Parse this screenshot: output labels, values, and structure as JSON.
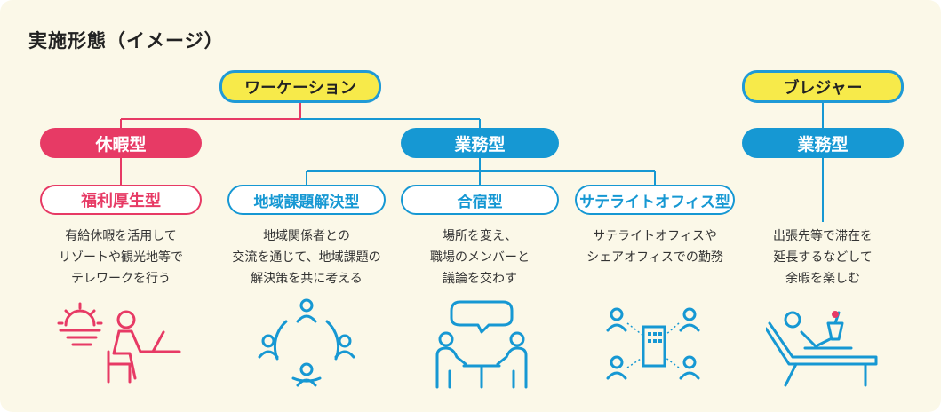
{
  "title": "実施形態（イメージ）",
  "root": {
    "workcation": "ワーケーション",
    "bleisure": "ブレジャー"
  },
  "level2": {
    "kyuka": "休暇型",
    "gyomu": "業務型",
    "bleisure_gyomu": "業務型"
  },
  "level3": {
    "fukuri": "福利厚生型",
    "chiiki": "地域課題解決型",
    "gasshuku": "合宿型",
    "satellite": "サテライトオフィス型"
  },
  "descriptions": {
    "fukuri": [
      "有給休暇を活用して",
      "リゾートや観光地等で",
      "テレワークを行う"
    ],
    "chiiki": [
      "地域関係者との",
      "交流を通じて、地域課題の",
      "解決策を共に考える"
    ],
    "gasshuku": [
      "場所を変え、",
      "職場のメンバーと",
      "議論を交わす"
    ],
    "satellite": [
      "サテライトオフィスや",
      "シェアオフィスでの勤務"
    ],
    "bleisure": [
      "出張先等で滞在を",
      "延長するなどして",
      "余暇を楽しむ"
    ]
  },
  "colors": {
    "yellow": "#f7ea4a",
    "blue": "#1698d3",
    "red": "#e73a65",
    "background": "#fbf8e8"
  },
  "icons": [
    "sunset-laptop-icon",
    "people-circle-icon",
    "meeting-table-icon",
    "satellite-office-icon",
    "lounge-chair-icon"
  ]
}
